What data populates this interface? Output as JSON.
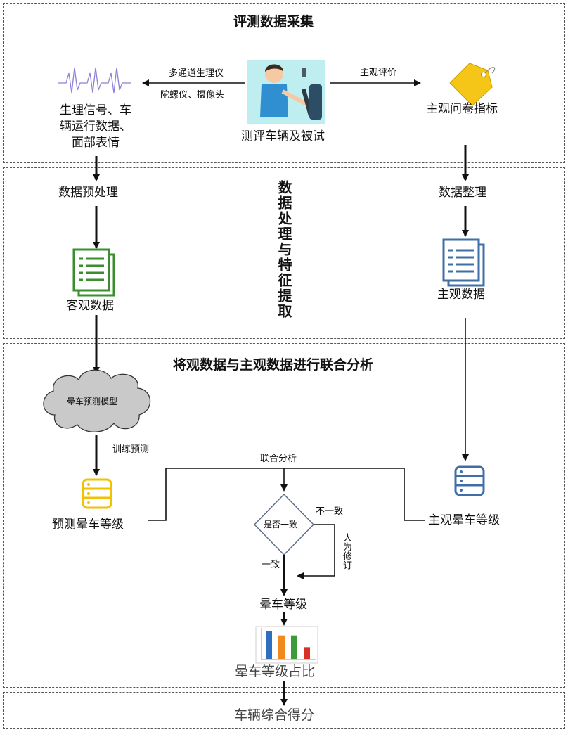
{
  "sections": {
    "collection_title": "评测数据采集",
    "processing_title": "数据处理与特征提取",
    "analysis_title": "将观数据与主观数据进行联合分析",
    "final_score": "车辆综合得分"
  },
  "collection": {
    "physio_signals": "生理信号、车\n辆运行数据、\n面部表情",
    "edge_top": "多通道生理仪",
    "edge_bottom": "陀螺仪、摄像头",
    "vehicle_and_subject": "测评车辆及被试",
    "edge_subjective_eval": "主观评价",
    "subjective_questionnaire": "主观问卷指标"
  },
  "processing": {
    "preprocess": "数据预处理",
    "objective_data": "客观数据",
    "data_organize": "数据整理",
    "subjective_data": "主观数据"
  },
  "analysis": {
    "model": "晕车预测模型",
    "train_predict": "训练预测",
    "predicted_level": "预测晕车等级",
    "joint_analysis": "联合分析",
    "decision": "是否一致",
    "inconsistent": "不一致",
    "manual_fix": "人为修订",
    "consistent": "一致",
    "subjective_level": "主观晕车等级",
    "motion_sickness_level": "晕车等级",
    "level_ratio": "晕车等级占比"
  },
  "colors": {
    "objective_icon": "#3a8f2c",
    "subjective_icon": "#3f6fa6",
    "db_yellow": "#f2c200",
    "db_blue": "#3f6fa6",
    "cloud": "#c9c9c9",
    "tag": "#f5c518"
  },
  "mini_chart": {
    "values": [
      6,
      5,
      5,
      2.5
    ],
    "colors": [
      "#2e6fbf",
      "#f08a1c",
      "#3a9b38",
      "#d93025"
    ]
  }
}
